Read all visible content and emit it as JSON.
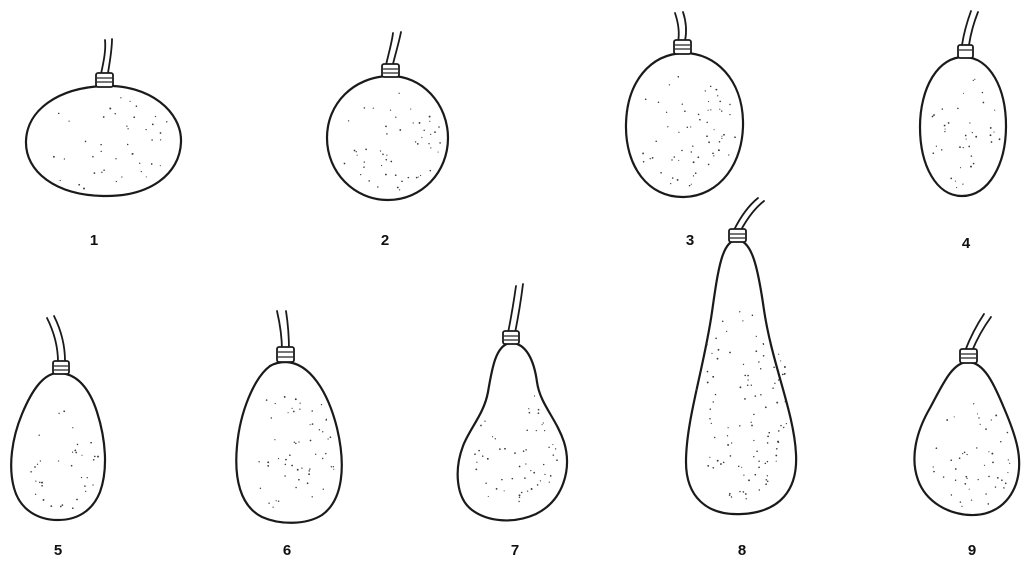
{
  "figure": {
    "shapes": [
      {
        "label": "1",
        "shape": "oblate"
      },
      {
        "label": "2",
        "shape": "round"
      },
      {
        "label": "3",
        "shape": "high-round"
      },
      {
        "label": "4",
        "shape": "oval"
      },
      {
        "label": "5",
        "shape": "obovate"
      },
      {
        "label": "6",
        "shape": "obovate-elongated"
      },
      {
        "label": "7",
        "shape": "pyriform"
      },
      {
        "label": "8",
        "shape": "elongated-pyriform"
      },
      {
        "label": "9",
        "shape": "broad-pyriform"
      }
    ]
  }
}
